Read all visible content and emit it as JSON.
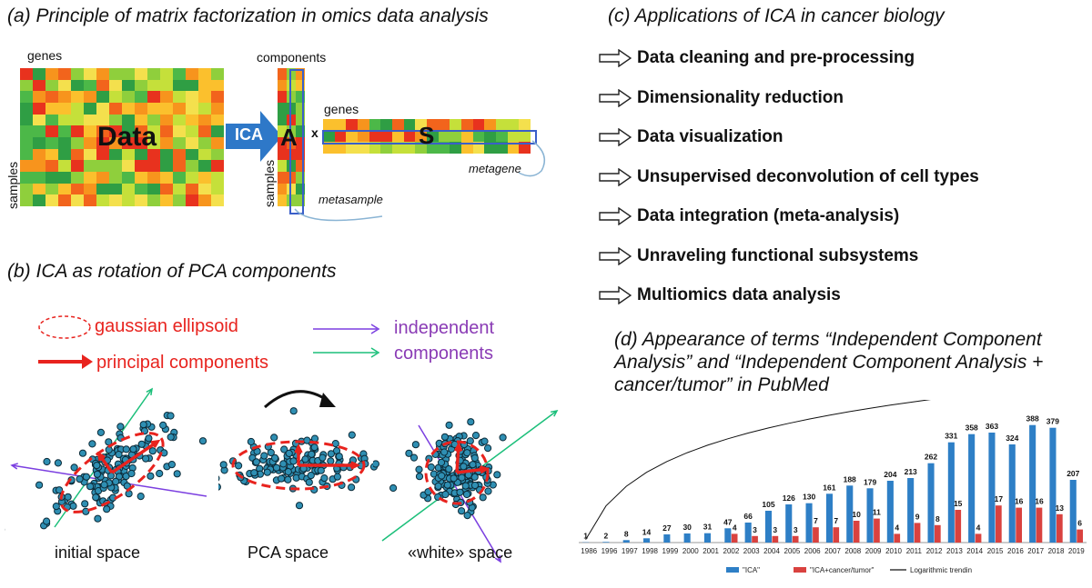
{
  "panel_a": {
    "title": "(a) Principle of matrix factorization in omics data analysis",
    "genes_label": "genes",
    "samples_label": "samples",
    "data_label": "Data",
    "ica_label": "ICA",
    "components_label": "components",
    "a_label": "A",
    "times": "x",
    "genes_label_s": "genes",
    "s_label": "S",
    "samples_label_a": "samples",
    "metasample": "metasample",
    "metagene": "metagene"
  },
  "panel_b": {
    "title": "(b) ICA as rotation of PCA components",
    "legend_gaussian": "gaussian ellipsoid",
    "legend_principal": "principal components",
    "legend_independent_1": "independent",
    "legend_independent_2": "components",
    "space_initial": "initial space",
    "space_pca": "PCA space",
    "space_white": "«white» space",
    "colors": {
      "red": "#e8231e",
      "purple": "#7b3fe0",
      "green": "#1bbf7a",
      "dot": "#2f8fb3"
    }
  },
  "panel_c": {
    "title": "(c) Applications of ICA in cancer biology",
    "items": [
      "Data cleaning and pre-processing",
      "Dimensionality reduction",
      "Data visualization",
      "Unsupervised deconvolution of cell types",
      "Data integration (meta-analysis)",
      "Unraveling functional subsystems",
      "Multiomics data analysis"
    ]
  },
  "panel_d": {
    "title_line1": "(d) Appearance of terms “Independent Component",
    "title_line2": "Analysis” and “Independent Component Analysis +",
    "title_line3": "cancer/tumor” in PubMed"
  },
  "chart_data": {
    "type": "bar",
    "categories": [
      "1986",
      "1996",
      "1997",
      "1998",
      "1999",
      "2000",
      "2001",
      "2002",
      "2003",
      "2004",
      "2005",
      "2006",
      "2007",
      "2008",
      "2009",
      "2010",
      "2011",
      "2012",
      "2013",
      "2014",
      "2015",
      "2016",
      "2017",
      "2018",
      "2019"
    ],
    "series": [
      {
        "name": "\"ICA\"",
        "color": "#2e7fc6",
        "values": [
          1,
          2,
          8,
          14,
          27,
          30,
          31,
          47,
          66,
          105,
          126,
          130,
          161,
          188,
          179,
          204,
          213,
          262,
          331,
          358,
          363,
          324,
          388,
          379,
          207
        ]
      },
      {
        "name": "\"ICA+cancer/tumor\"",
        "color": "#d9423f",
        "values": [
          null,
          null,
          null,
          null,
          null,
          null,
          null,
          4,
          3,
          3,
          3,
          7,
          7,
          10,
          11,
          4,
          9,
          8,
          15,
          4,
          17,
          16,
          16,
          13,
          6
        ]
      },
      {
        "name": "Logarithmic trendin",
        "type": "line",
        "color": "#111111"
      }
    ],
    "legend_position": "bottom",
    "grid": false
  }
}
